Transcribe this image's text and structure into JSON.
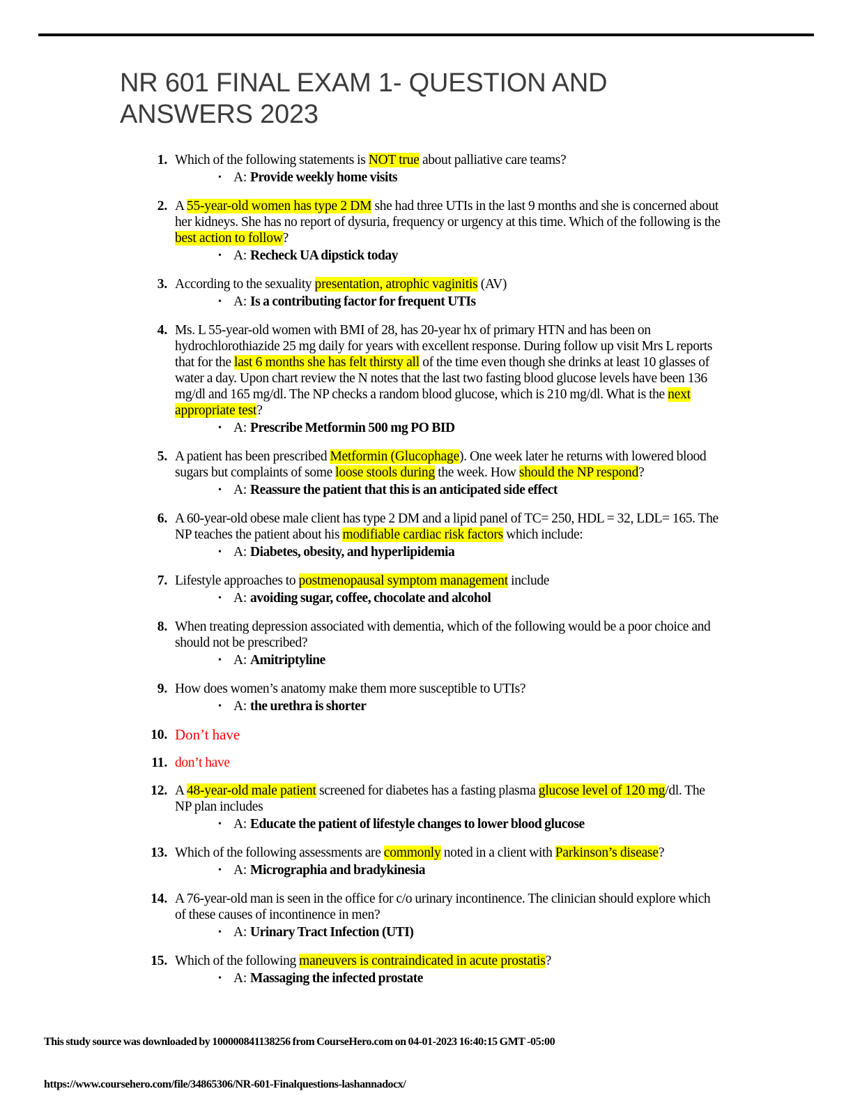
{
  "document": {
    "title": "NR 601 FINAL EXAM 1- QUESTION AND ANSWERS 2023",
    "title_color": "#3b3b3b",
    "highlight_color": "#ffff00",
    "missing_color": "#ff0000",
    "answer_label": "A:",
    "bullet_glyph": "•"
  },
  "questions": [
    {
      "number": "1.",
      "segments": [
        {
          "text": "Which of the following statements is ",
          "highlight": false
        },
        {
          "text": "NOT true",
          "highlight": true
        },
        {
          "text": " about palliative care teams?",
          "highlight": false
        }
      ],
      "answers": [
        "Provide weekly home visits"
      ]
    },
    {
      "number": "2.",
      "segments": [
        {
          "text": "A ",
          "highlight": false
        },
        {
          "text": "55-year-old women has type 2 DM",
          "highlight": true
        },
        {
          "text": " she had three UTIs in the last 9 months and she is concerned about her kidneys. She has no report of dysuria, frequency or urgency at this time. Which of the following is the ",
          "highlight": false
        },
        {
          "text": "best action to follow",
          "highlight": true
        },
        {
          "text": "?",
          "highlight": false
        }
      ],
      "answers": [
        "Recheck UA dipstick today"
      ]
    },
    {
      "number": "3.",
      "segments": [
        {
          "text": "According to the sexuality ",
          "highlight": false
        },
        {
          "text": "presentation, atrophic vaginitis",
          "highlight": true
        },
        {
          "text": " (AV)",
          "highlight": false
        }
      ],
      "answers": [
        "Is a contributing factor for frequent UTIs"
      ]
    },
    {
      "number": "4.",
      "segments": [
        {
          "text": "Ms. L 55-year-old women with BMI of 28, has 20-year hx of primary HTN and has been on hydrochlorothiazide 25 mg daily for years with excellent response. During follow up visit Mrs L reports that for the ",
          "highlight": false
        },
        {
          "text": "last 6 months she has felt thirsty all",
          "highlight": true
        },
        {
          "text": " of the time even though she drinks at least 10 glasses of water a day. Upon chart review the N notes that the last two fasting blood glucose levels have been 136 mg/dl and 165 mg/dl. The NP checks a random blood glucose, which is 210 mg/dl. What is the ",
          "highlight": false
        },
        {
          "text": "next appropriate test",
          "highlight": true
        },
        {
          "text": "?",
          "highlight": false
        }
      ],
      "answers": [
        "Prescribe Metformin 500 mg PO BID"
      ]
    },
    {
      "number": "5.",
      "segments": [
        {
          "text": "A patient has been prescribed ",
          "highlight": false
        },
        {
          "text": "Metformin (Glucophage",
          "highlight": true
        },
        {
          "text": "). One week later he returns with lowered blood sugars but complaints of some ",
          "highlight": false
        },
        {
          "text": "loose stools during",
          "highlight": true
        },
        {
          "text": " the week. How ",
          "highlight": false
        },
        {
          "text": "should the NP respond",
          "highlight": true
        },
        {
          "text": "?",
          "highlight": false
        }
      ],
      "answers": [
        "Reassure the patient that this is an anticipated side effect"
      ]
    },
    {
      "number": "6.",
      "segments": [
        {
          "text": "A 60-year-old obese male client has type 2 DM and a lipid panel of TC= 250, HDL = 32, LDL= 165. The NP teaches the patient about his ",
          "highlight": false
        },
        {
          "text": "modifiable cardiac risk factors",
          "highlight": true
        },
        {
          "text": " which include:",
          "highlight": false
        }
      ],
      "answers": [
        "Diabetes, obesity, and hyperlipidemia"
      ]
    },
    {
      "number": "7.",
      "segments": [
        {
          "text": "Lifestyle approaches to ",
          "highlight": false
        },
        {
          "text": "postmenopausal symptom management",
          "highlight": true
        },
        {
          "text": " include",
          "highlight": false
        }
      ],
      "answers": [
        "avoiding sugar, coffee, chocolate and alcohol"
      ]
    },
    {
      "number": "8.",
      "segments": [
        {
          "text": "When treating depression associated with dementia, which of the following would be a poor choice and should not be prescribed?",
          "highlight": false
        }
      ],
      "answers": [
        "Amitriptyline"
      ]
    },
    {
      "number": "9.",
      "segments": [
        {
          "text": "How does women’s anatomy make them more susceptible to UTIs?",
          "highlight": false
        }
      ],
      "answers": [
        "the urethra is shorter"
      ]
    },
    {
      "number": "10.",
      "missing": true,
      "size": "big",
      "segments": [
        {
          "text": "Don’t have",
          "highlight": false
        }
      ],
      "answers": []
    },
    {
      "number": "11.",
      "missing": true,
      "size": "small",
      "segments": [
        {
          "text": "don’t have",
          "highlight": false
        }
      ],
      "answers": []
    },
    {
      "number": "12.",
      "segments": [
        {
          "text": " A ",
          "highlight": false
        },
        {
          "text": "48-year-old male patient",
          "highlight": true
        },
        {
          "text": " screened for diabetes has a fasting plasma ",
          "highlight": false
        },
        {
          "text": "glucose level of 120 mg",
          "highlight": true
        },
        {
          "text": "/dl. The NP plan includes",
          "highlight": false
        }
      ],
      "answers": [
        "Educate the patient of lifestyle changes to lower blood glucose"
      ]
    },
    {
      "number": "13.",
      "segments": [
        {
          "text": "Which of the following assessments are ",
          "highlight": false
        },
        {
          "text": "commonly",
          "highlight": true
        },
        {
          "text": " noted in a client with ",
          "highlight": false
        },
        {
          "text": "Parkinson’s disease",
          "highlight": true
        },
        {
          "text": "?",
          "highlight": false
        }
      ],
      "answers": [
        "Micrographia and bradykinesia"
      ]
    },
    {
      "number": "14.",
      "segments": [
        {
          "text": "A 76-year-old man is seen in the office for c/o urinary incontinence. The clinician should explore which of these causes of incontinence in men?",
          "highlight": false
        }
      ],
      "answers": [
        "Urinary Tract Infection (UTI)"
      ]
    },
    {
      "number": "15.",
      "segments": [
        {
          "text": "Which of the following ",
          "highlight": false
        },
        {
          "text": "maneuvers is contraindicated in acute prostatis",
          "highlight": true
        },
        {
          "text": "?",
          "highlight": false
        }
      ],
      "answers": [
        "Massaging the infected prostate"
      ]
    }
  ],
  "footer": {
    "download_note": "This study source was downloaded by 100000841138256 from CourseHero.com on 04-01-2023 16:40:15 GMT -05:00",
    "url": "https://www.coursehero.com/file/34865306/NR-601-Finalquestions-lashannadocx/"
  }
}
